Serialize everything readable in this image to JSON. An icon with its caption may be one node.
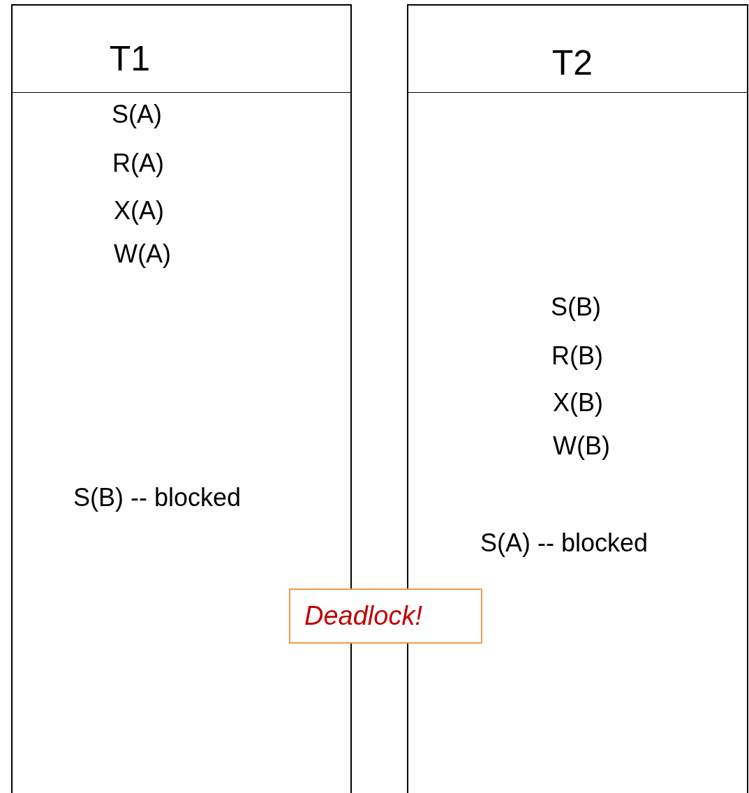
{
  "diagram": {
    "nodes": [
      {
        "text": [
          "T1",
          "S(A)",
          "R(A)",
          "X(A)",
          "W(A)",
          "S(B) -- blocked"
        ]
      },
      {
        "text": [
          "T2",
          "S(B)",
          "R(B)",
          "X(B)",
          "W(B)",
          "S(A) -- blocked"
        ]
      },
      {
        "text": [
          "Deadlock!"
        ]
      }
    ]
  }
}
